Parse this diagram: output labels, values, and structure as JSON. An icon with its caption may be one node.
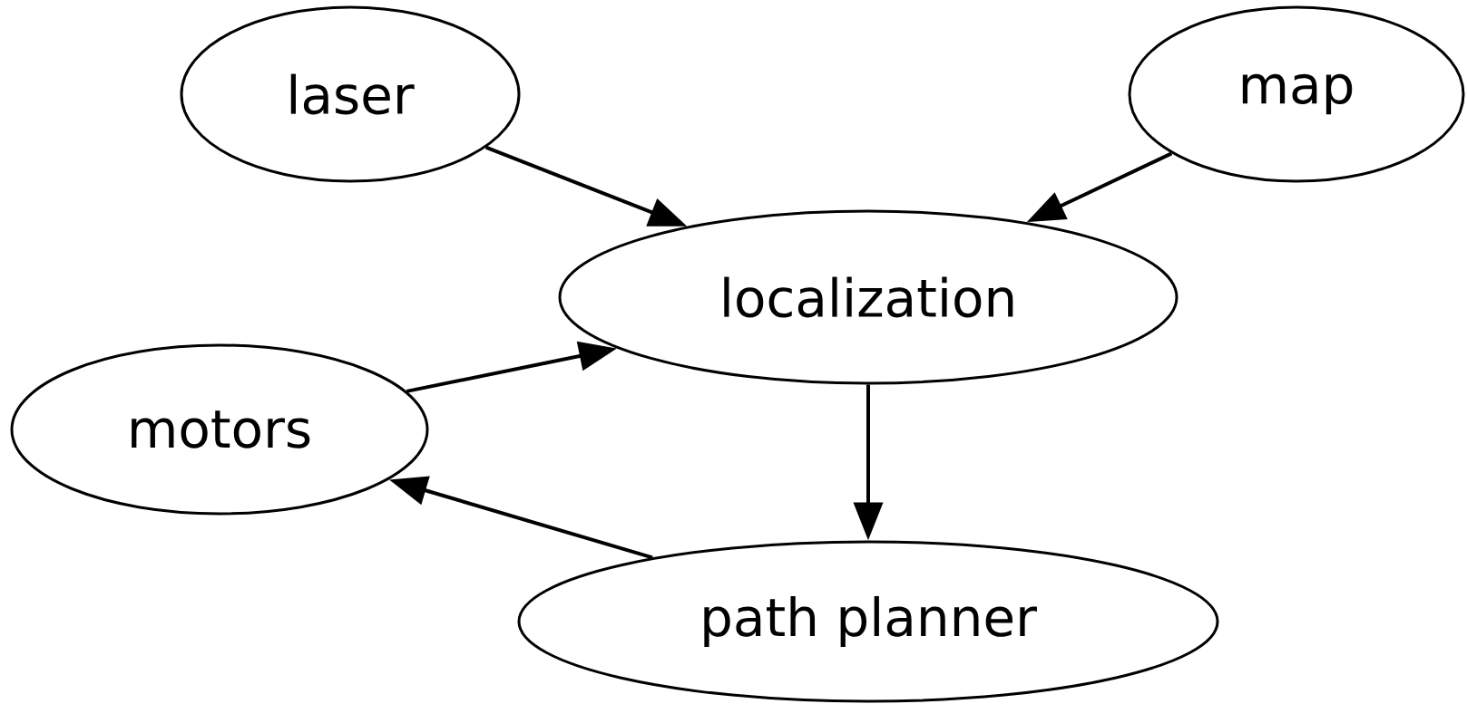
{
  "diagram": {
    "nodes": [
      {
        "text": [
          "laser"
        ]
      },
      {
        "text": [
          "map"
        ]
      },
      {
        "text": [
          "localization"
        ]
      },
      {
        "text": [
          "motors"
        ]
      },
      {
        "text": [
          "path planner"
        ]
      }
    ],
    "edges": [
      {
        "from": 0,
        "to": 2,
        "arrow": "to"
      },
      {
        "from": 1,
        "to": 2,
        "arrow": "to"
      },
      {
        "from": 3,
        "to": 2,
        "arrow": "to"
      },
      {
        "from": 2,
        "to": 4,
        "arrow": "to"
      },
      {
        "from": 4,
        "to": 3,
        "arrow": "to"
      }
    ]
  }
}
